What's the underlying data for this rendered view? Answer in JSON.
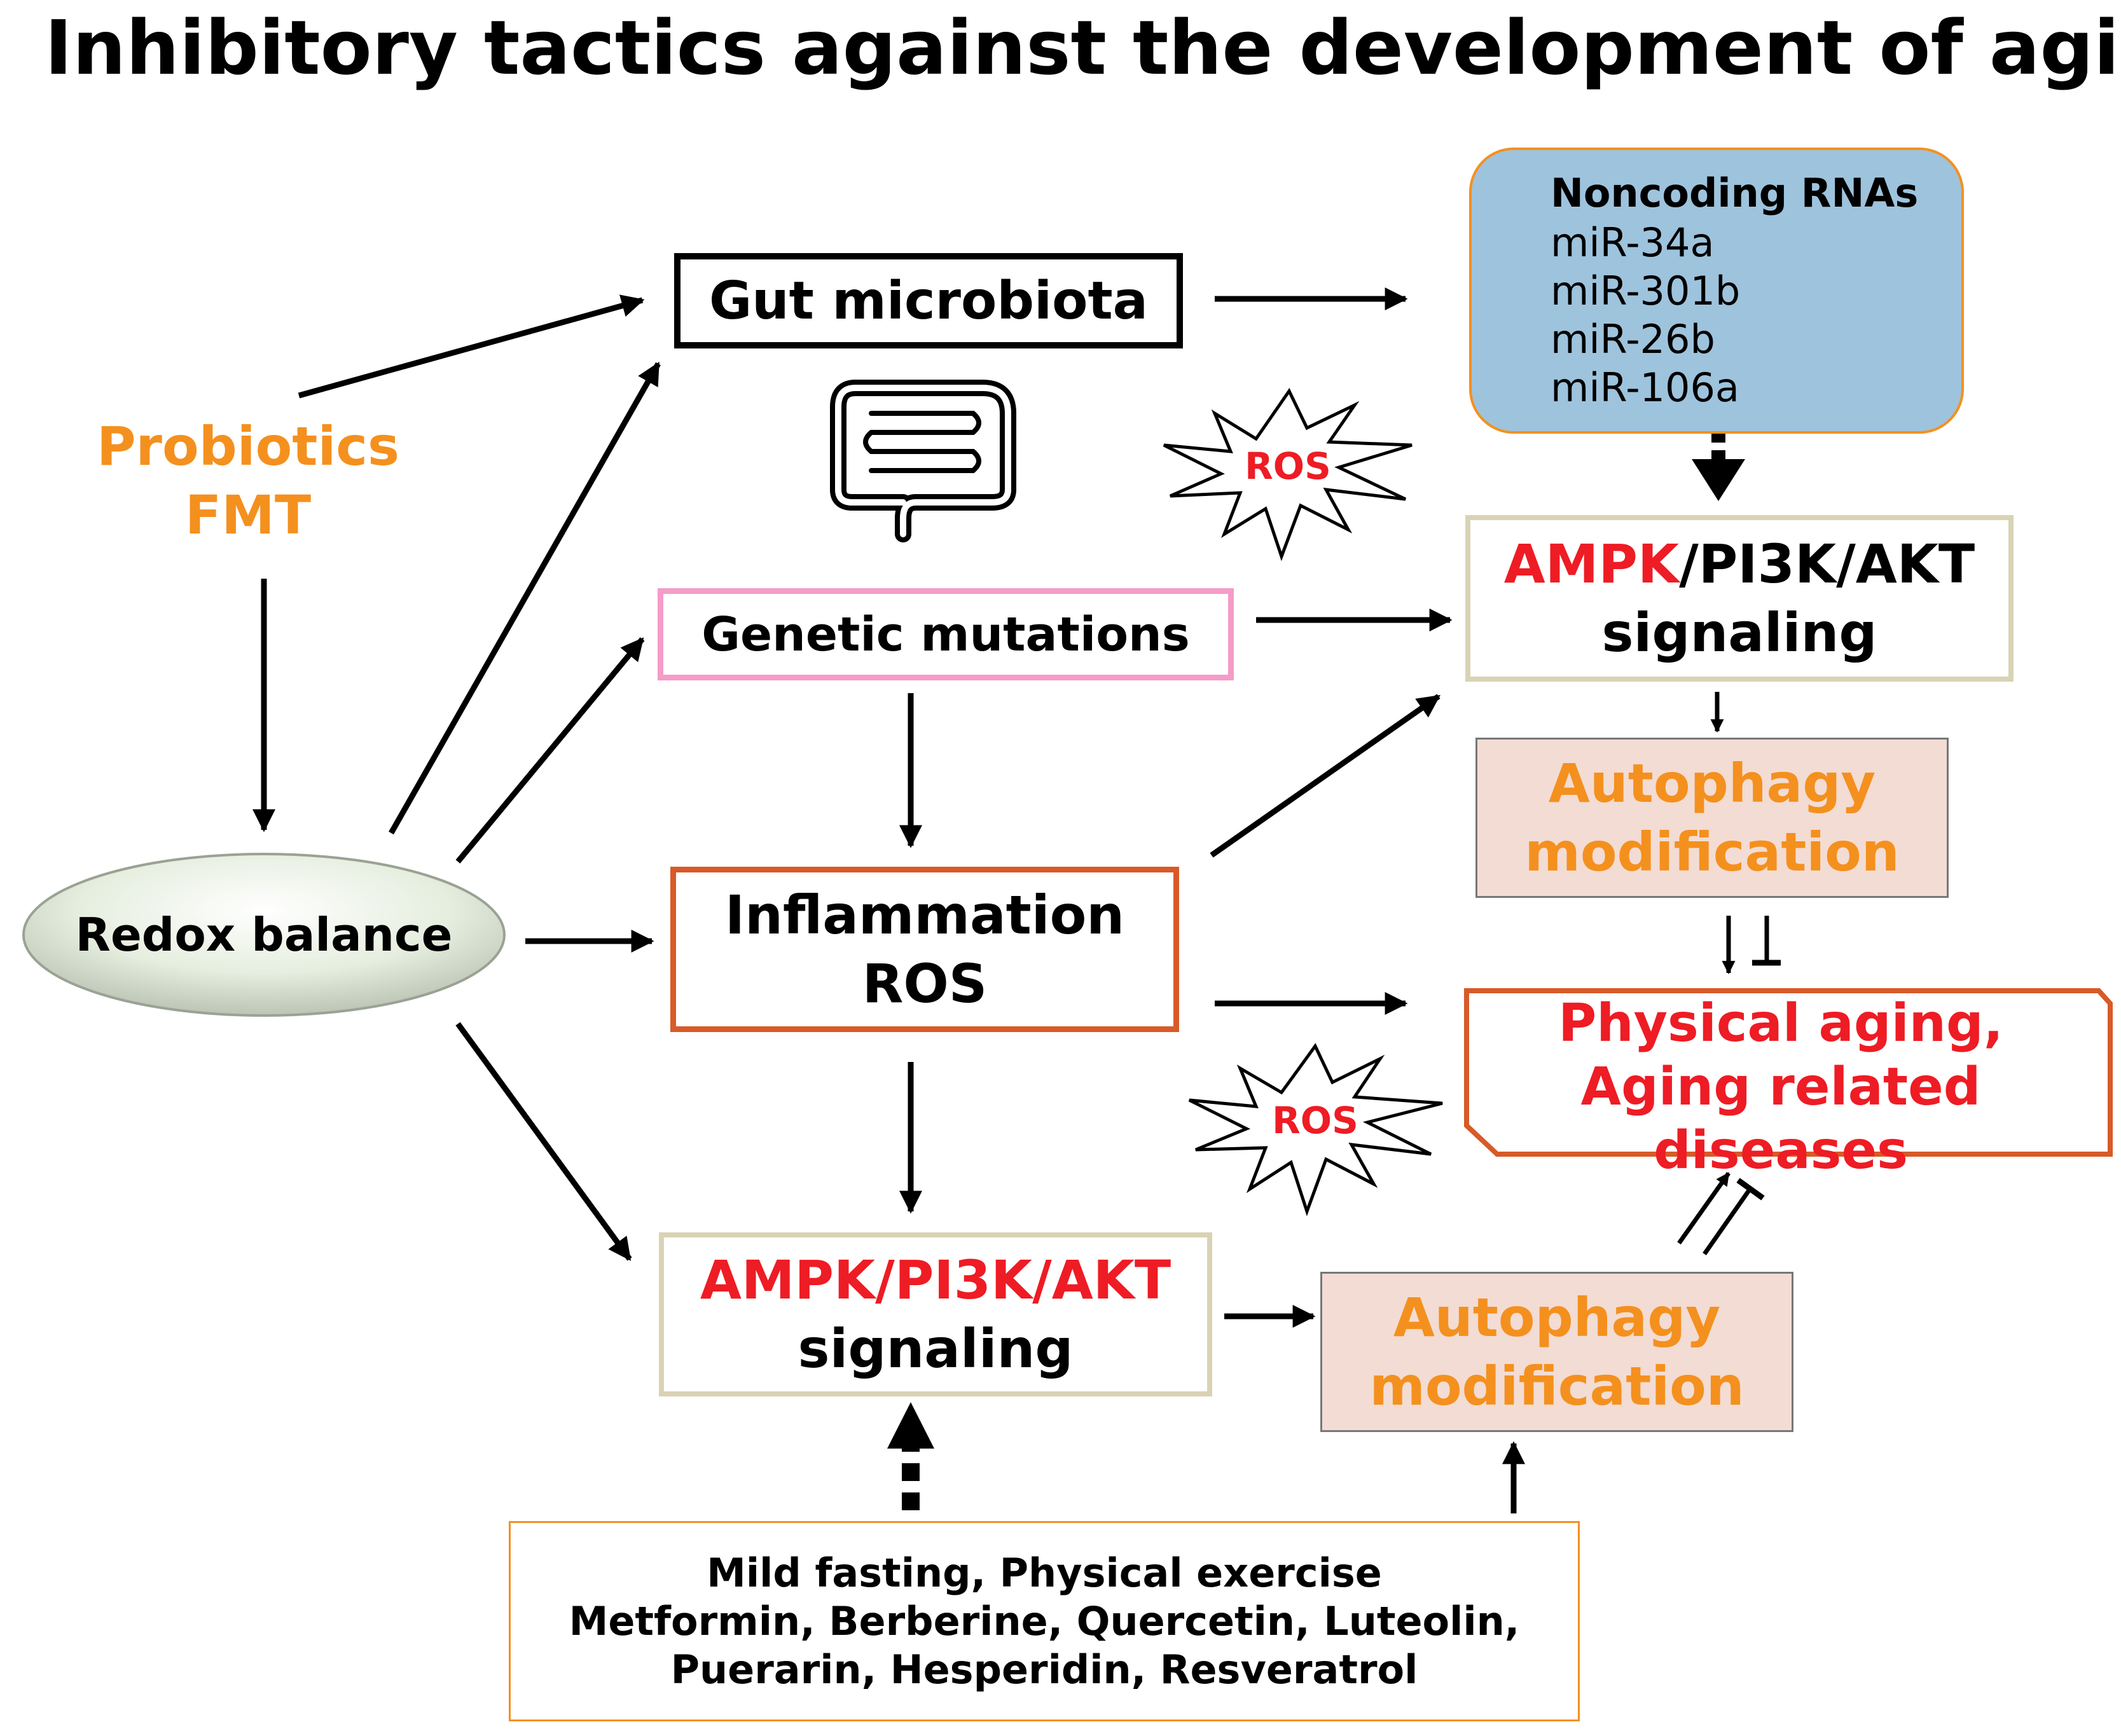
{
  "title": "Inhibitory tactics against the development of aging",
  "probiotics": {
    "line1": "Probiotics",
    "line2": "FMT"
  },
  "redox": "Redox balance",
  "gut_microbiota": "Gut microbiota",
  "genetic_mutations": "Genetic mutations",
  "inflammation": {
    "line1": "Inflammation",
    "line2": "ROS"
  },
  "ampk_mid": {
    "ampk": "AMPK/PI3K/AKT",
    "signaling": "signaling"
  },
  "ampk_right": {
    "ampk": "AMPK",
    "rest": "/PI3K/AKT",
    "signaling": "signaling"
  },
  "autophagy": {
    "line1": "Autophagy",
    "line2": "modification"
  },
  "noncoding": {
    "title": "Noncoding RNAs",
    "items": [
      "miR-34a",
      "miR-301b",
      "miR-26b",
      "miR-106a"
    ]
  },
  "aging": {
    "line1": "Physical aging,",
    "line2": "Aging related diseases"
  },
  "ros_label": "ROS",
  "interventions": {
    "line1": "Mild fasting, Physical exercise",
    "line2": "Metformin, Berberine, Quercetin,  Luteolin,",
    "line3": "Puerarin, Hesperidin, Resveratrol"
  },
  "colors": {
    "orange": "#f4901e",
    "red": "#ee1c24",
    "pink": "#f59cc8",
    "rust": "#d85a28",
    "khaki": "#d9d3b5",
    "blue": "#9ec3dd",
    "peach": "#f3dcd3"
  }
}
